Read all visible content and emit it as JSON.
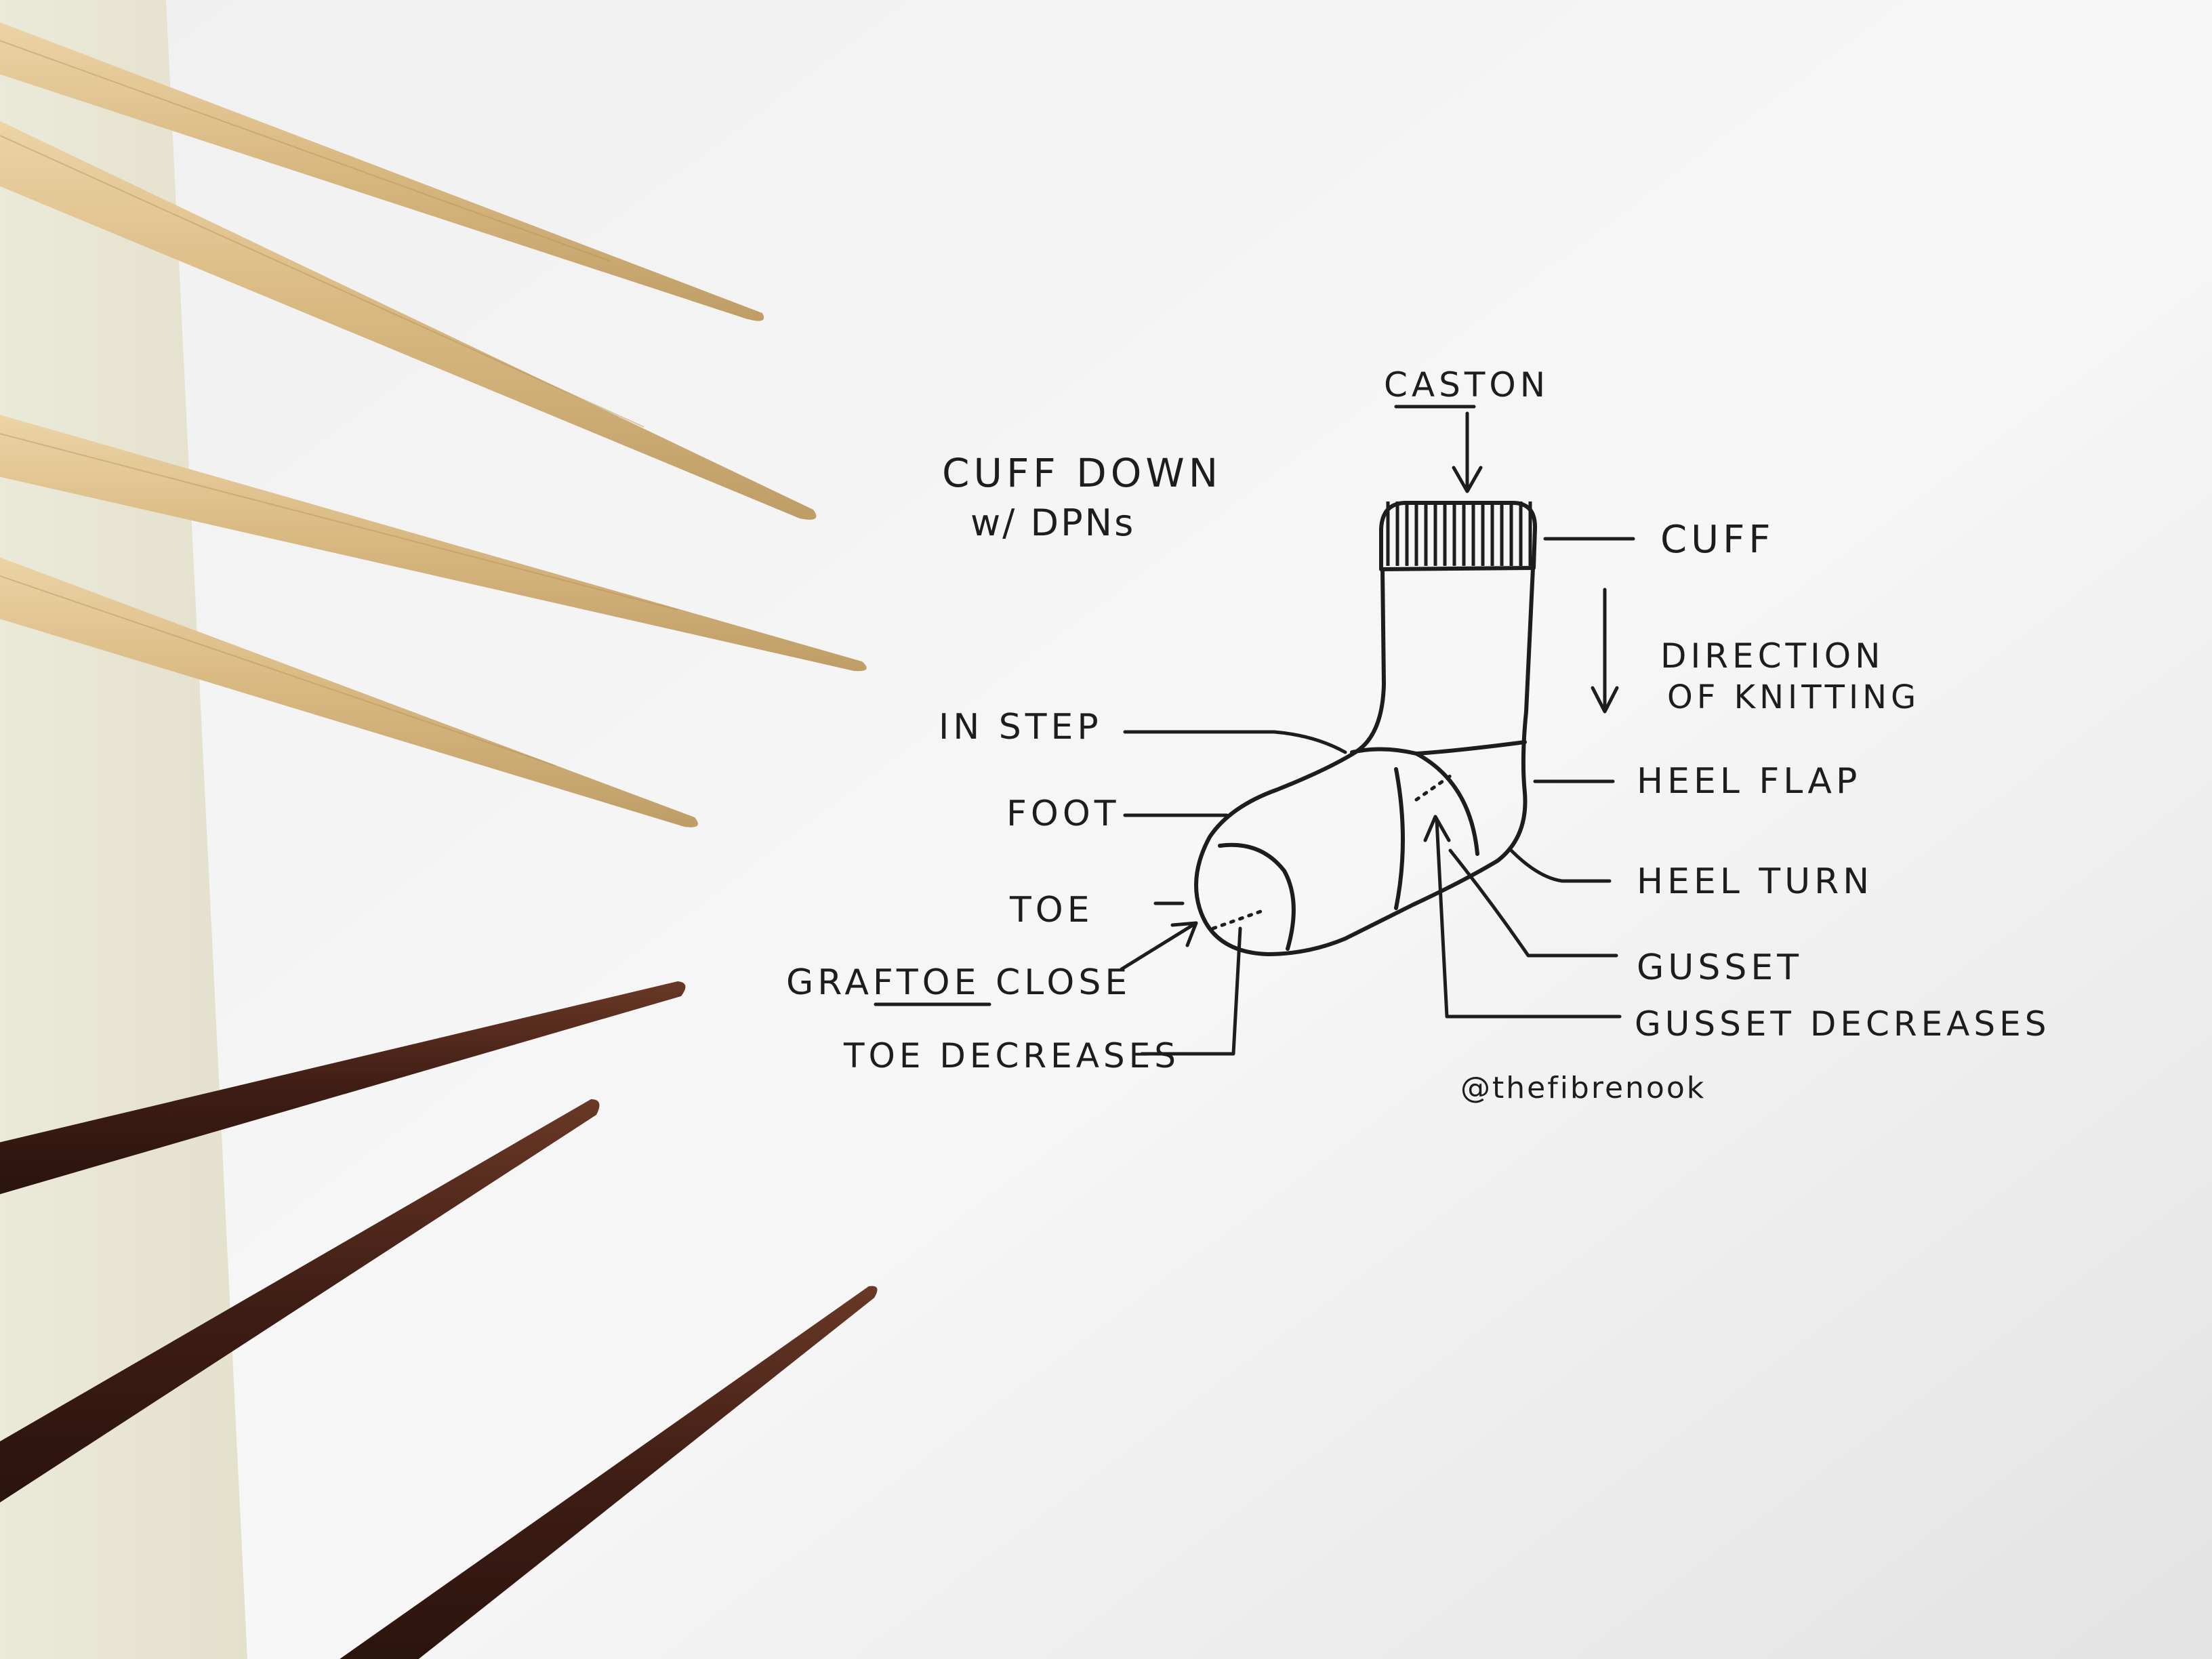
{
  "diagram": {
    "title_line1": "CUFF DOWN",
    "title_line2": "w/ DPNs",
    "labels": {
      "cast_on": "CASTON",
      "cuff": "CUFF",
      "direction_line1": "DIRECTION",
      "direction_line2": "OF KNITTING",
      "instep": "IN STEP",
      "foot": "FOOT",
      "toe": "TOE",
      "graft_toe_close": "GRAFTOE CLOSE",
      "toe_decreases": "TOE DECREASES",
      "heel_flap": "HEEL FLAP",
      "heel_turn": "HEEL TURN",
      "gusset": "GUSSET",
      "gusset_decreases": "GUSSET DECREASES"
    },
    "credit": "@thefibrenook"
  },
  "colors": {
    "paper": "#f4f4f4",
    "cream_strip": "#eceadc",
    "ink": "#1d1d1d",
    "bamboo": "#dcbf8e",
    "bamboo_tip": "#e7cfa1",
    "dark_wood": "#4c2519"
  },
  "objects": {
    "bamboo_needles": 4,
    "dark_wood_needles": 3
  }
}
